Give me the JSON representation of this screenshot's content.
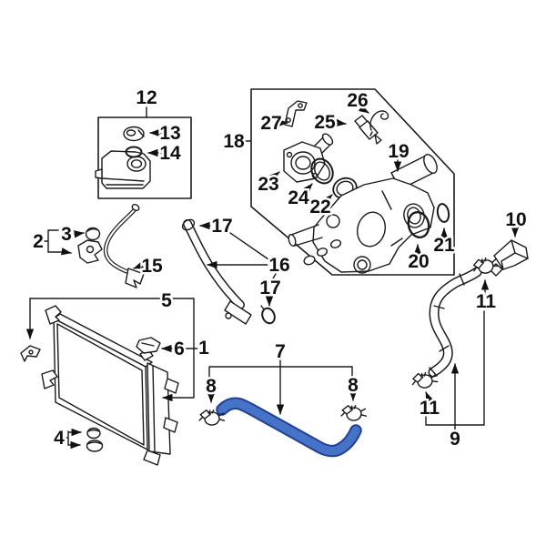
{
  "diagram": {
    "description_visible_content": "exploded cooling-system parts diagram, numbered callouts, one hose highlighted",
    "background": "#ffffff",
    "colors": {
      "line": "#1a1a1a",
      "highlight_fill": "#4573c8",
      "highlight_stroke": "#1e3f9e"
    },
    "callouts": {
      "c1": "1",
      "c2": "2",
      "c3": "3",
      "c4": "4",
      "c5": "5",
      "c6": "6",
      "c7": "7",
      "c8a": "8",
      "c8b": "8",
      "c9": "9",
      "c10": "10",
      "c11a": "11",
      "c11b": "11",
      "c12": "12",
      "c13": "13",
      "c14": "14",
      "c15": "15",
      "c16": "16",
      "c17a": "17",
      "c17b": "17",
      "c18": "18",
      "c19": "19",
      "c20": "20",
      "c21": "21",
      "c22": "22",
      "c23": "23",
      "c24": "24",
      "c25": "25",
      "c26": "26",
      "c27": "27"
    }
  }
}
